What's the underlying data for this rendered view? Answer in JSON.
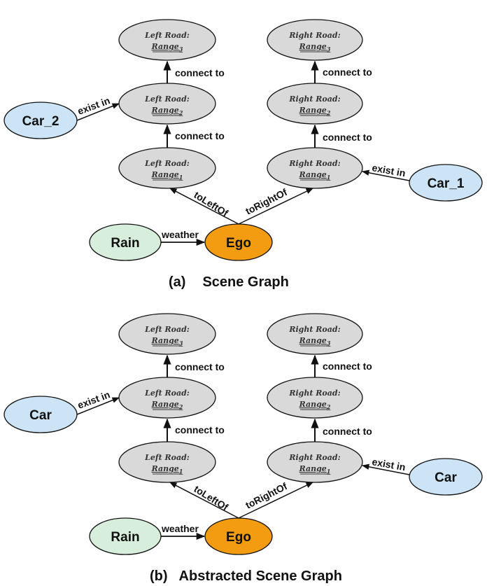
{
  "panels": [
    {
      "id": "a",
      "caption_tag": "(a)",
      "caption_title": "Scene Graph",
      "nodes": {
        "left_r3": {
          "line1": "Left Road:",
          "range": "Range",
          "sub": "3"
        },
        "left_r2": {
          "line1": "Left Road:",
          "range": "Range",
          "sub": "2"
        },
        "left_r1": {
          "line1": "Left Road:",
          "range": "Range",
          "sub": "1"
        },
        "right_r3": {
          "line1": "Right Road:",
          "range": "Range",
          "sub": "3"
        },
        "right_r2": {
          "line1": "Right Road:",
          "range": "Range",
          "sub": "2"
        },
        "right_r1": {
          "line1": "Right Road:",
          "range": "Range",
          "sub": "1"
        },
        "car_left": {
          "label": "Car_2"
        },
        "car_right": {
          "label": "Car_1"
        },
        "rain": {
          "label": "Rain"
        },
        "ego": {
          "label": "Ego"
        }
      },
      "edges": {
        "left_connect_upper": "connect to",
        "left_connect_lower": "connect to",
        "right_connect_upper": "connect to",
        "right_connect_lower": "connect to",
        "car_left_exist": "exist in",
        "car_right_exist": "exist in",
        "to_left_of": "toLeftOf",
        "to_right_of": "toRightOf",
        "weather": "weather"
      }
    },
    {
      "id": "b",
      "caption_tag": "(b)",
      "caption_title": "Abstracted Scene Graph",
      "nodes": {
        "left_r3": {
          "line1": "Left Road:",
          "range": "Range",
          "sub": "3"
        },
        "left_r2": {
          "line1": "Left Road:",
          "range": "Range",
          "sub": "2"
        },
        "left_r1": {
          "line1": "Left Road:",
          "range": "Range",
          "sub": "1"
        },
        "right_r3": {
          "line1": "Right Road:",
          "range": "Range",
          "sub": "3"
        },
        "right_r2": {
          "line1": "Right Road:",
          "range": "Range",
          "sub": "2"
        },
        "right_r1": {
          "line1": "Right Road:",
          "range": "Range",
          "sub": "1"
        },
        "car_left": {
          "label": "Car"
        },
        "car_right": {
          "label": "Car"
        },
        "rain": {
          "label": "Rain"
        },
        "ego": {
          "label": "Ego"
        }
      },
      "edges": {
        "left_connect_upper": "connect to",
        "left_connect_lower": "connect to",
        "right_connect_upper": "connect to",
        "right_connect_lower": "connect to",
        "car_left_exist": "exist in",
        "car_right_exist": "exist in",
        "to_left_of": "toLeftOf",
        "to_right_of": "toRightOf",
        "weather": "weather"
      }
    }
  ],
  "colors": {
    "road_fill": "#d9d9d9",
    "car_fill": "#cce4f5",
    "rain_fill": "#d8eedc",
    "ego_fill": "#f39c12",
    "stroke": "#111111"
  }
}
